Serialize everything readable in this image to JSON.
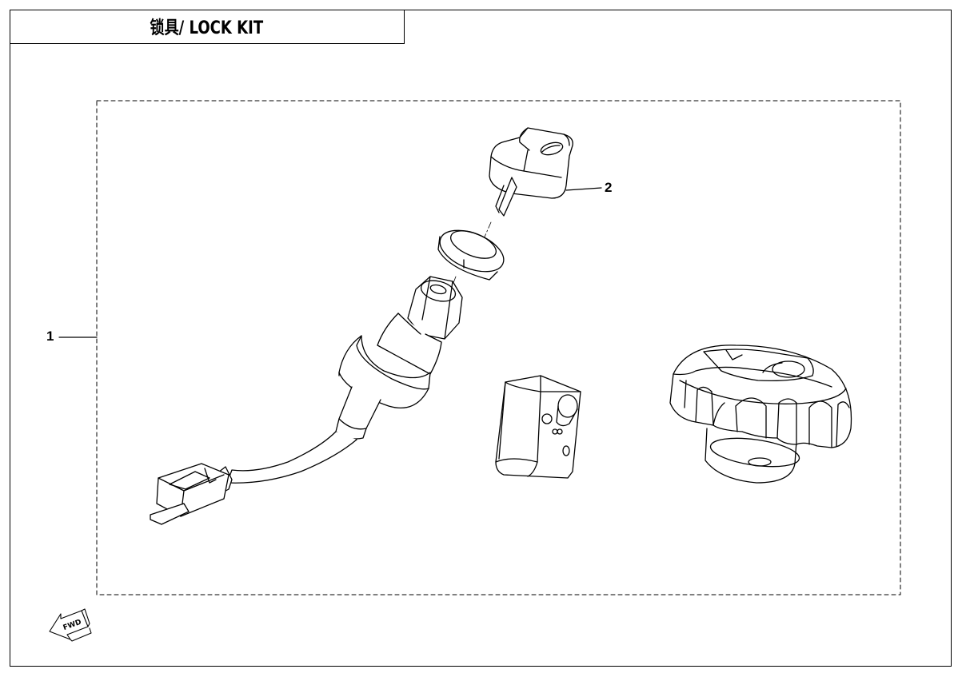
{
  "title": "锁具/ LOCK KIT",
  "callouts": [
    {
      "id": "1",
      "label": "1"
    },
    {
      "id": "2",
      "label": "2"
    }
  ],
  "fwd_label": "FWD",
  "colors": {
    "line": "#000000",
    "background": "#ffffff"
  },
  "parts": [
    {
      "callout": "1",
      "name": "lock-kit-assembly-icon"
    },
    {
      "callout": "2",
      "name": "ignition-key-icon"
    }
  ]
}
